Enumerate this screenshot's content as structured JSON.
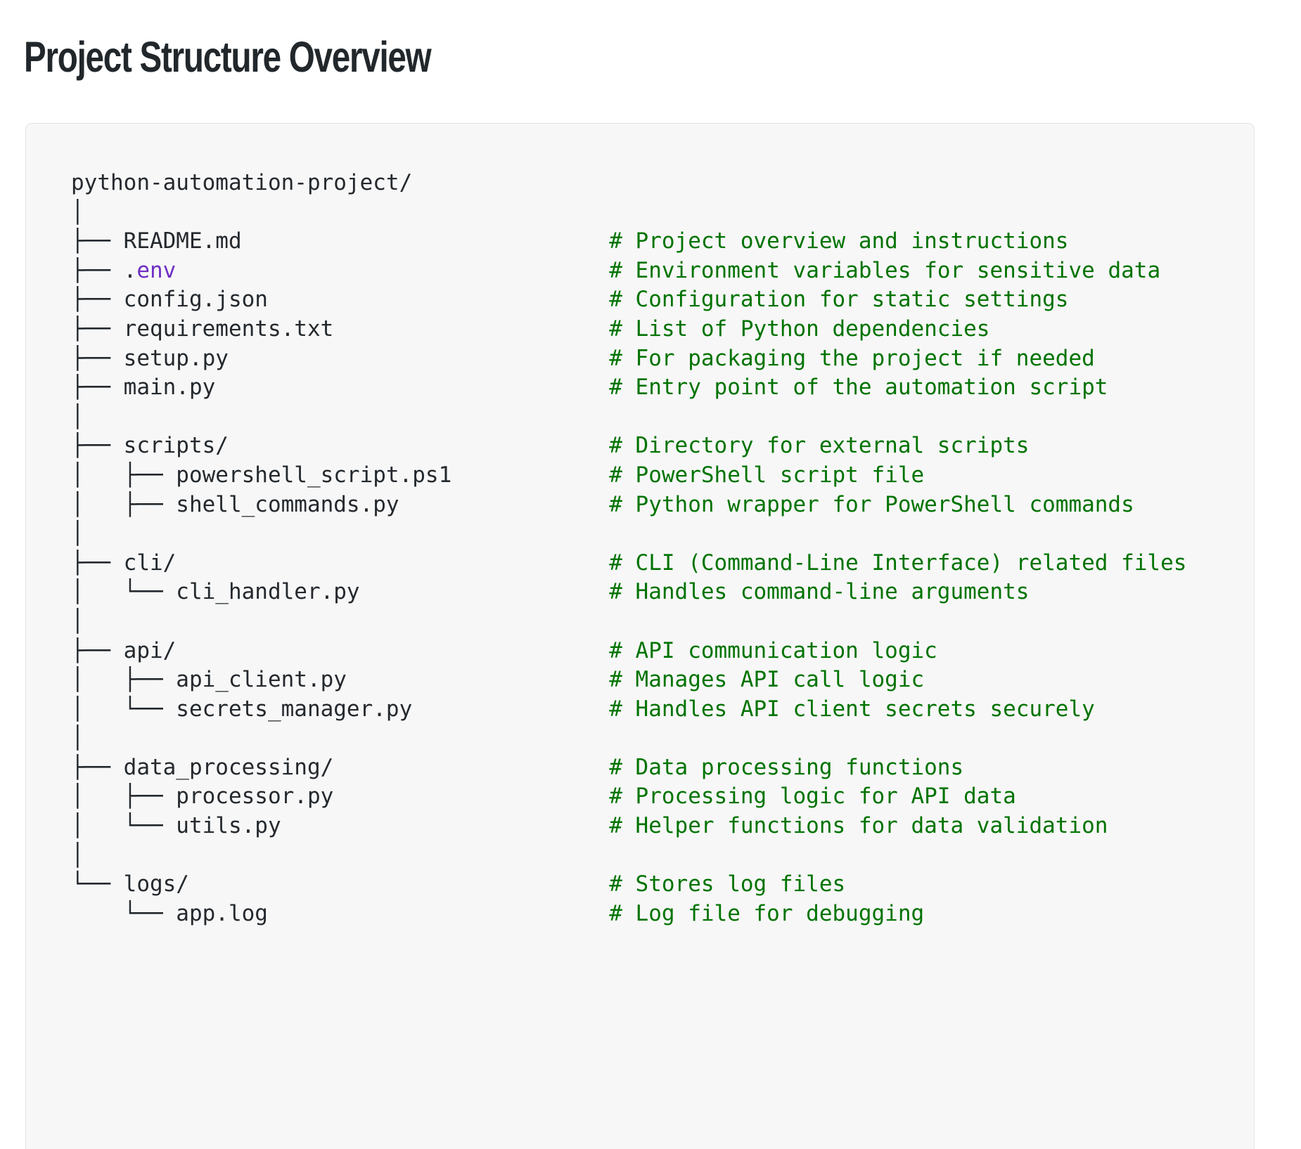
{
  "page": {
    "title": "Project Structure Overview",
    "background": "#ffffff"
  },
  "code_block": {
    "background": "#f7f7f7",
    "border_color": "#e4e4e4",
    "text_color": "#24292e",
    "comment_color": "#007300",
    "highlight_color": "#6f2fc4",
    "language": "plaintext",
    "root": "python-automation-project/",
    "comment_column": 41,
    "lines": [
      {
        "tree": "python-automation-project/",
        "comment": ""
      },
      {
        "tree": "│",
        "comment": ""
      },
      {
        "tree": "├── README.md",
        "comment": "# Project overview and instructions"
      },
      {
        "tree": "├── .env",
        "comment": "# Environment variables for sensitive data",
        "highlight": "env"
      },
      {
        "tree": "├── config.json",
        "comment": "# Configuration for static settings"
      },
      {
        "tree": "├── requirements.txt",
        "comment": "# List of Python dependencies"
      },
      {
        "tree": "├── setup.py",
        "comment": "# For packaging the project if needed"
      },
      {
        "tree": "├── main.py",
        "comment": "# Entry point of the automation script"
      },
      {
        "tree": "│",
        "comment": ""
      },
      {
        "tree": "├── scripts/",
        "comment": "# Directory for external scripts"
      },
      {
        "tree": "│   ├── powershell_script.ps1",
        "comment": "# PowerShell script file"
      },
      {
        "tree": "│   ├── shell_commands.py",
        "comment": "# Python wrapper for PowerShell commands"
      },
      {
        "tree": "│",
        "comment": ""
      },
      {
        "tree": "├── cli/",
        "comment": "# CLI (Command-Line Interface) related files"
      },
      {
        "tree": "│   └── cli_handler.py",
        "comment": "# Handles command-line arguments"
      },
      {
        "tree": "│",
        "comment": ""
      },
      {
        "tree": "├── api/",
        "comment": "# API communication logic"
      },
      {
        "tree": "│   ├── api_client.py",
        "comment": "# Manages API call logic"
      },
      {
        "tree": "│   └── secrets_manager.py",
        "comment": "# Handles API client secrets securely"
      },
      {
        "tree": "│",
        "comment": ""
      },
      {
        "tree": "├── data_processing/",
        "comment": "# Data processing functions"
      },
      {
        "tree": "│   ├── processor.py",
        "comment": "# Processing logic for API data"
      },
      {
        "tree": "│   └── utils.py",
        "comment": "# Helper functions for data validation"
      },
      {
        "tree": "│",
        "comment": ""
      },
      {
        "tree": "└── logs/",
        "comment": "# Stores log files"
      },
      {
        "tree": "    └── app.log",
        "comment": "# Log file for debugging"
      }
    ]
  }
}
